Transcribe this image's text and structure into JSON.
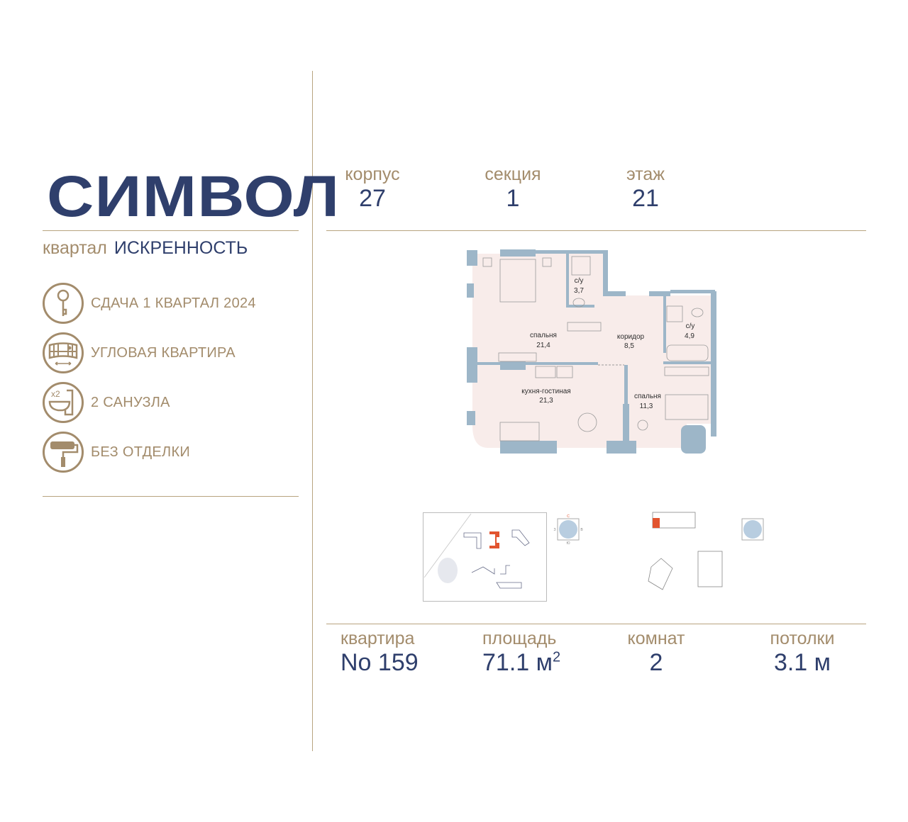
{
  "brand": {
    "logo": "СИМВОЛ",
    "quarter_label": "квартал",
    "quarter_name": "ИСКРЕННОСТЬ"
  },
  "features": [
    {
      "icon": "key-icon",
      "label": "СДАЧА 1 КВАРТАЛ 2024"
    },
    {
      "icon": "corner-window-icon",
      "label": "УГЛОВАЯ КВАРТИРА"
    },
    {
      "icon": "toilet-x2-icon",
      "label": "2 САНУЗЛА",
      "badge": "x2"
    },
    {
      "icon": "paint-roller-icon",
      "label": "БЕЗ ОТДЕЛКИ"
    }
  ],
  "header": {
    "building": {
      "label": "корпус",
      "value": "27"
    },
    "section": {
      "label": "секция",
      "value": "1"
    },
    "floor": {
      "label": "этаж",
      "value": "21"
    }
  },
  "plan": {
    "rooms": [
      {
        "name": "спальня",
        "area": "21,4"
      },
      {
        "name": "с/у",
        "area": "3,7"
      },
      {
        "name": "коридор",
        "area": "8,5"
      },
      {
        "name": "с/у",
        "area": "4,9"
      },
      {
        "name": "кухня-гостиная",
        "area": "21,3"
      },
      {
        "name": "спальня",
        "area": "11,3"
      }
    ],
    "compass": {
      "n": "С",
      "s": "Ю",
      "w": "З",
      "e": "В"
    }
  },
  "footer": {
    "apartment": {
      "label": "квартира",
      "value": "No 159"
    },
    "area": {
      "label": "площадь",
      "value": "71.1 м",
      "unit_sup": "2"
    },
    "rooms": {
      "label": "комнат",
      "value": "2"
    },
    "ceilings": {
      "label": "потолки",
      "value": "3.1 м"
    }
  },
  "colors": {
    "navy": "#2f3f6c",
    "gold": "#a38c6c",
    "wall": "#9db6c8",
    "floor": "#f8ecea",
    "highlight": "#e2542f"
  }
}
